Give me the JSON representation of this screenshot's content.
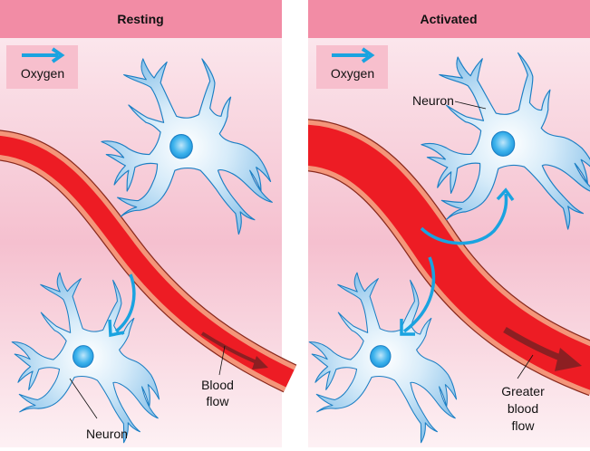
{
  "figure": {
    "colors": {
      "header": "#f28ca5",
      "panel_top": "#fbe6ec",
      "panel_mid": "#f5c0cf",
      "panel_bottom": "#fdf1f4",
      "legend_box": "#f7bfcd",
      "oxygen_arrow": "#1aa3e0",
      "vessel_blood": "#ed1c24",
      "vessel_wall": "#f4967a",
      "vessel_outline": "#8a2a1e",
      "flow_arrow": "#8c1f22",
      "neuron_fill_center": "#ffffff",
      "neuron_fill_edge": "#9fcdee",
      "neuron_outline": "#1b7fc4",
      "nucleus": "#2aa7e6"
    },
    "panels": [
      {
        "id": "resting",
        "title": "Resting",
        "legend": {
          "icon": "oxygen-arrow-icon",
          "label": "Oxygen"
        },
        "labels": {
          "neuron": "Neuron",
          "flow_line1": "Blood",
          "flow_line2": "flow"
        }
      },
      {
        "id": "activated",
        "title": "Activated",
        "legend": {
          "icon": "oxygen-arrow-icon",
          "label": "Oxygen"
        },
        "labels": {
          "neuron": "Neuron",
          "flow_line1": "Greater",
          "flow_line2": "blood",
          "flow_line3": "flow"
        }
      }
    ]
  }
}
